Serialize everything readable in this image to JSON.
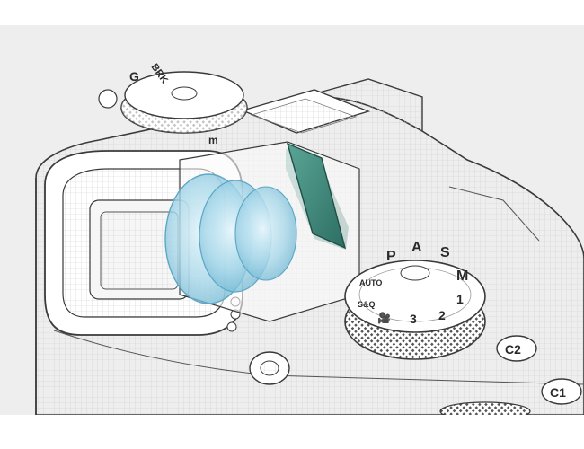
{
  "image": {
    "subject": "camera-electronic-viewfinder-cutaway",
    "colors": {
      "background": "#eeeeee",
      "line": "#3a3a3a",
      "mesh": "#c9c9c9",
      "lens_glass": "#9fd3e6",
      "oled_panel": "#3f8f82"
    }
  },
  "mode_dial": {
    "labels": {
      "p": "P",
      "a": "A",
      "s": "S",
      "m": "M",
      "one": "1",
      "two": "2",
      "three": "3",
      "auto": "AUTO",
      "sq": "S&Q",
      "movie": "🎥"
    }
  },
  "drive_dial": {
    "labels": {
      "g": "G",
      "brk": "BRK"
    }
  },
  "buttons": {
    "c1": "C1",
    "c2": "C2"
  }
}
